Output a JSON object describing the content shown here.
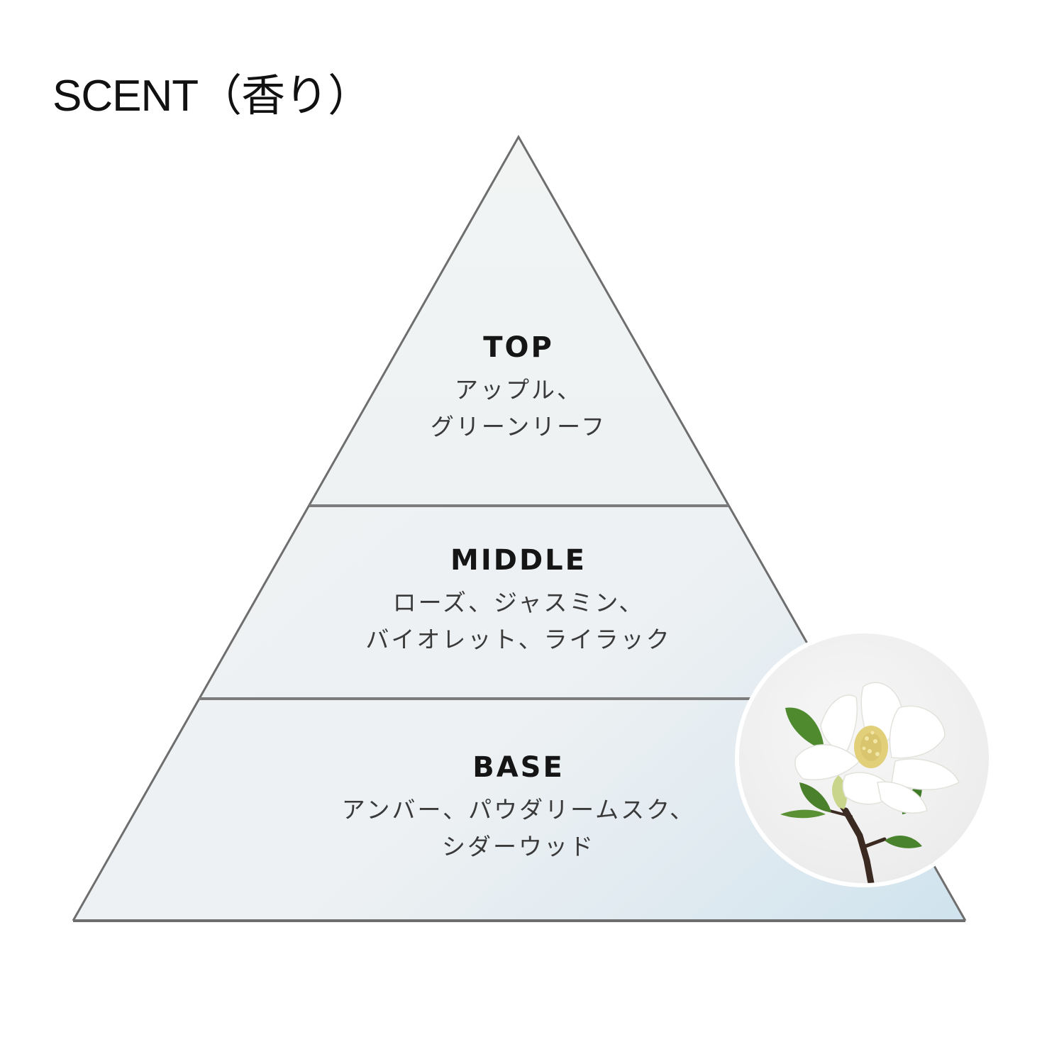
{
  "title": "SCENT（香り）",
  "pyramid": {
    "colors": {
      "outline": "#6e6e6e",
      "fill_light": "#eef1f2",
      "fill_tint": "#d4e6ef"
    },
    "tiers": [
      {
        "id": "top",
        "heading": "TOP",
        "notes": [
          "アップル、",
          "グリーンリーフ"
        ]
      },
      {
        "id": "middle",
        "heading": "MIDDLE",
        "notes": [
          "ローズ、ジャスミン、",
          "バイオレット、ライラック"
        ]
      },
      {
        "id": "base",
        "heading": "BASE",
        "notes": [
          "アンバー、パウダリームスク、",
          "シダーウッド"
        ]
      }
    ]
  },
  "image": {
    "subject": "white magnolia flower on branch",
    "icon": "magnolia-flower"
  }
}
